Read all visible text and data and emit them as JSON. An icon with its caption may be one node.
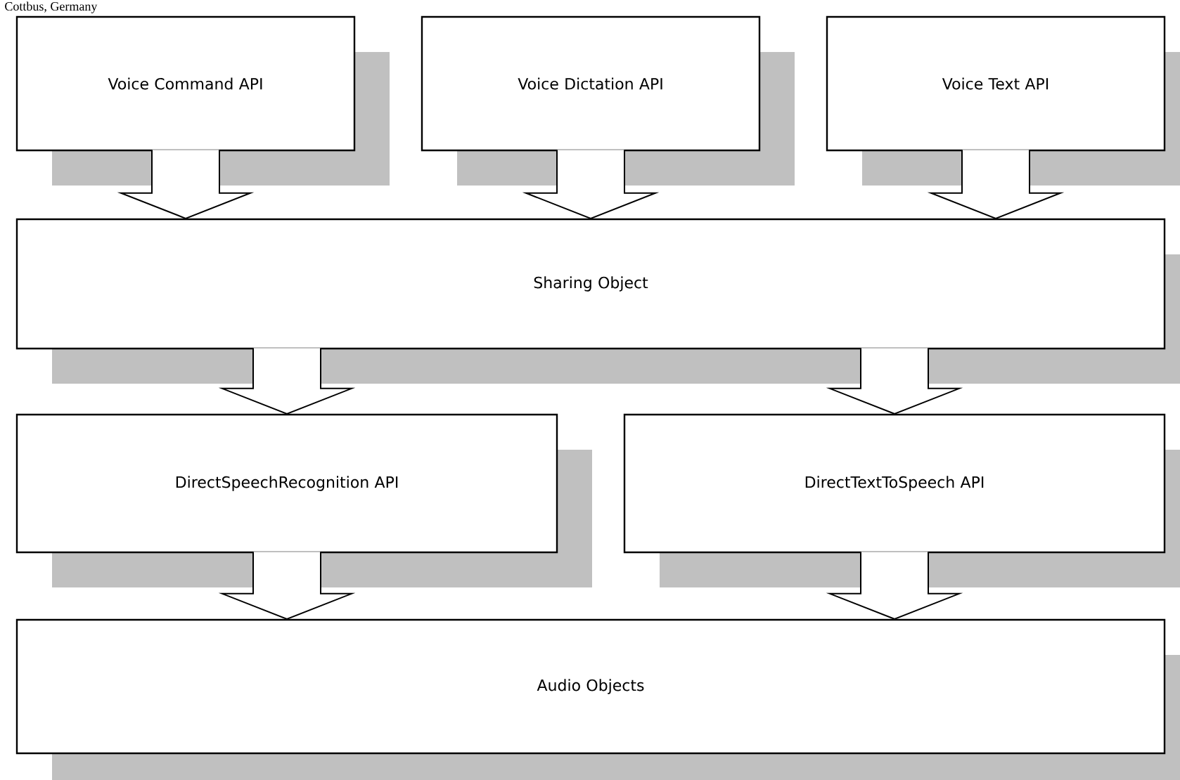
{
  "diagram": {
    "nodes": [
      {
        "text": [
          "Voice Command API"
        ]
      },
      {
        "text": [
          "Voice Dictation API"
        ]
      },
      {
        "text": [
          "Voice Text API"
        ]
      },
      {
        "text": [
          "Sharing Object"
        ]
      },
      {
        "text": [
          "DirectSpeechRecognition API"
        ]
      },
      {
        "text": [
          "DirectTextToSpeech API"
        ]
      },
      {
        "text": [
          "Audio Objects"
        ]
      }
    ],
    "edges": [
      {
        "from": 0,
        "to": 3,
        "arrow": "to"
      },
      {
        "from": 1,
        "to": 3,
        "arrow": "to"
      },
      {
        "from": 2,
        "to": 3,
        "arrow": "to"
      },
      {
        "from": 3,
        "to": 4,
        "arrow": "to"
      },
      {
        "from": 3,
        "to": 5,
        "arrow": "to"
      },
      {
        "from": 4,
        "to": 6,
        "arrow": "to"
      },
      {
        "from": 5,
        "to": 6,
        "arrow": "to"
      }
    ],
    "labels": [
      "Cottbus, Germany"
    ]
  }
}
